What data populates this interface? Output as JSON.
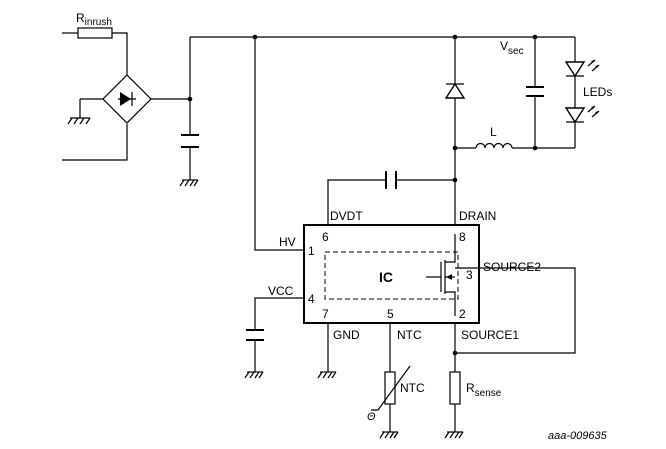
{
  "components": {
    "r_inrush": {
      "main": "R",
      "sub": "inrush"
    },
    "v_sec": {
      "main": "V",
      "sub": "sec"
    },
    "leds": "LEDs",
    "inductor": "L",
    "ic": "IC",
    "ntc": "NTC",
    "theta": "Θ",
    "r_sense": {
      "main": "R",
      "sub": "sense"
    }
  },
  "pins": {
    "hv": {
      "name": "HV",
      "number": "1"
    },
    "vcc": {
      "name": "VCC",
      "number": "4"
    },
    "dvdt": {
      "name": "DVDT",
      "number": "6"
    },
    "drain": {
      "name": "DRAIN",
      "number": "8"
    },
    "source2": {
      "name": "SOURCE2",
      "number": "3"
    },
    "gnd": {
      "name": "GND",
      "number": "7"
    },
    "ntc": {
      "name": "NTC",
      "number": "5"
    },
    "source1": {
      "name": "SOURCE1",
      "number": "2"
    }
  },
  "reference": "aaa-009635"
}
